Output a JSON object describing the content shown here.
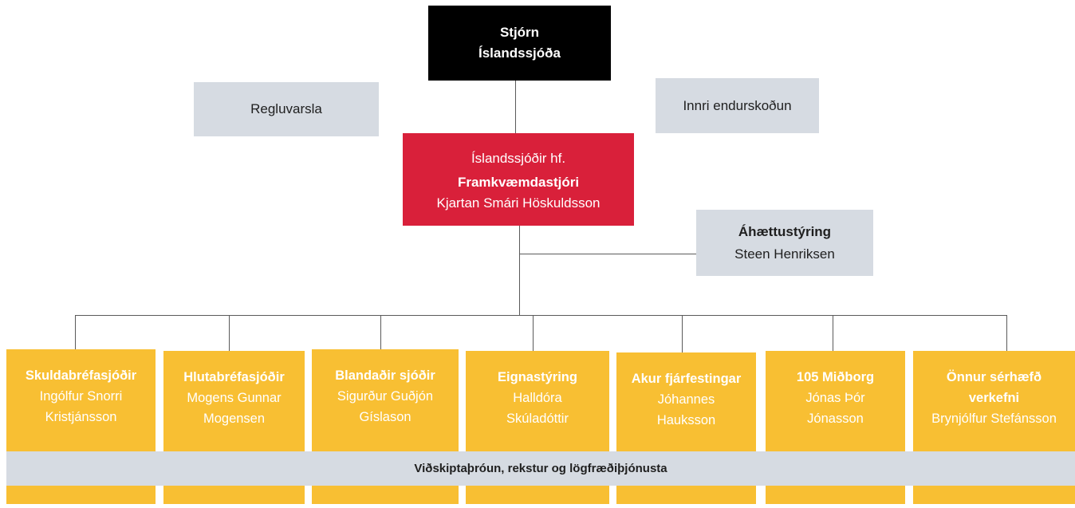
{
  "board": {
    "line1": "Stjórn",
    "line2": "Íslandssjóða"
  },
  "compliance": {
    "label": "Regluvarsla"
  },
  "internal_audit": {
    "label": "Innri endurskoðun"
  },
  "company": {
    "name": "Íslandssjóðir hf.",
    "role": "Framkvæmdastjóri",
    "person": "Kjartan Smári Höskuldsson"
  },
  "risk": {
    "title": "Áhættustýring",
    "person": "Steen Henriksen"
  },
  "units": [
    {
      "title": "Skuldabréfasjóðir",
      "person": "Ingólfur Snorri Kristjánsson"
    },
    {
      "title": "Hlutabréfasjóðir",
      "person": "Mogens Gunnar Mogensen"
    },
    {
      "title": "Blandaðir sjóðir",
      "person": "Sigurður Guðjón Gíslason"
    },
    {
      "title": "Eignastýring",
      "person": "Halldóra Skúladóttir"
    },
    {
      "title": "Akur fjárfestingar",
      "person": "Jóhannes Hauksson"
    },
    {
      "title": "105 Miðborg",
      "person": "Jónas Þór Jónasson"
    },
    {
      "title": "Önnur sérhæfð verkefni",
      "person": "Brynjólfur Stefánsson"
    }
  ],
  "support_bar": {
    "label": "Viðskiptaþróun, rekstur og lögfræðiþjónusta"
  },
  "colors": {
    "board": "#000000",
    "executive": "#d9203a",
    "units": "#f8bf33",
    "staff": "#d6dbe2"
  }
}
